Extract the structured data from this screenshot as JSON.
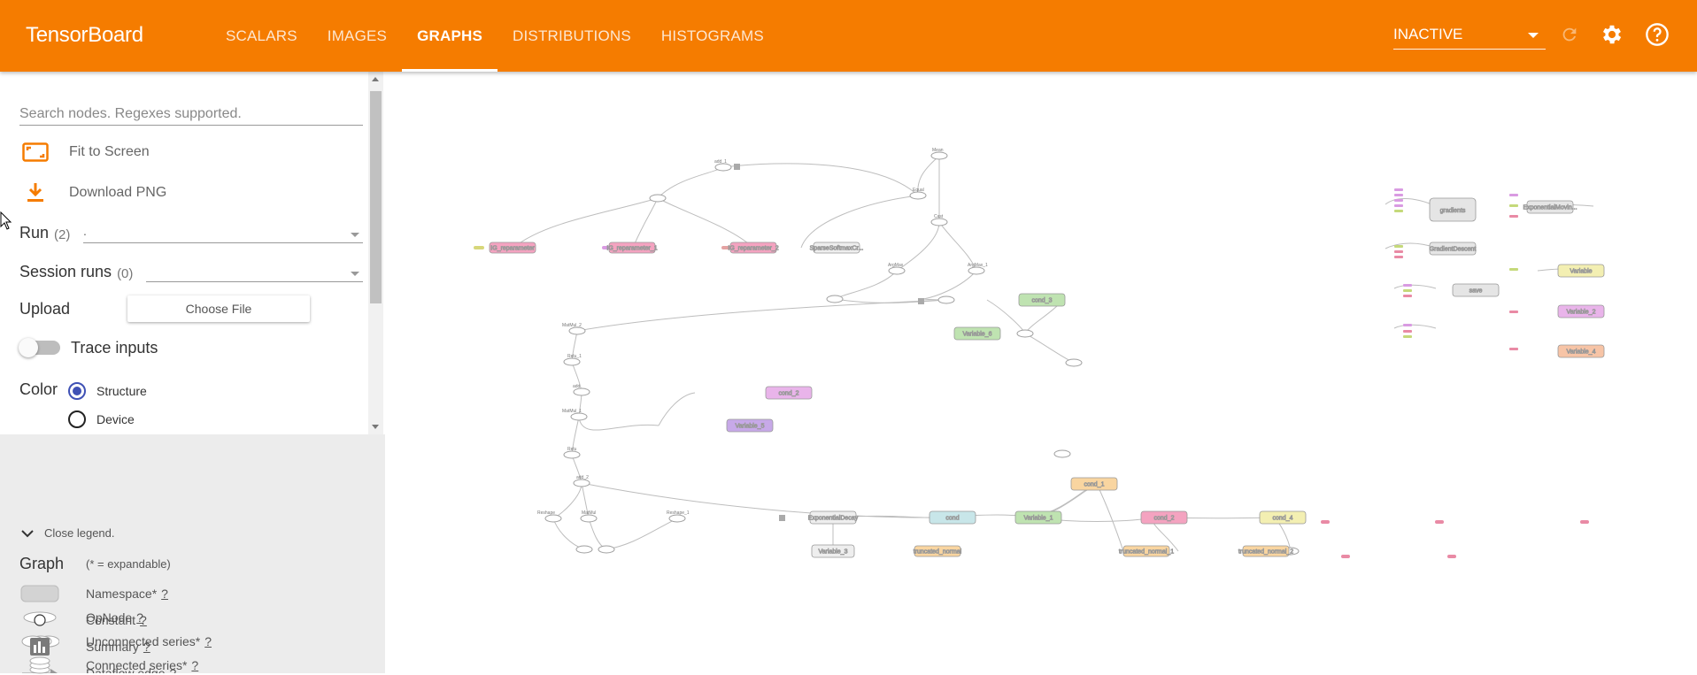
{
  "app": {
    "title": "TensorBoard"
  },
  "tabs": [
    {
      "label": "SCALARS"
    },
    {
      "label": "IMAGES"
    },
    {
      "label": "GRAPHS"
    },
    {
      "label": "DISTRIBUTIONS"
    },
    {
      "label": "HISTOGRAMS"
    }
  ],
  "header": {
    "run_selector": "INACTIVE",
    "icons": [
      "refresh-icon",
      "settings-gear-icon",
      "help-icon"
    ],
    "colors": {
      "bar": "#f57c00"
    }
  },
  "sidebar": {
    "search_placeholder": "Search nodes. Regexes supported.",
    "fit_to_screen": "Fit to Screen",
    "download_png": "Download PNG",
    "run": {
      "label": "Run",
      "count": "(2)",
      "value": "."
    },
    "session_runs": {
      "label": "Session runs",
      "count": "(0)",
      "value": ""
    },
    "upload": {
      "label": "Upload",
      "button": "Choose File"
    },
    "trace_inputs": "Trace inputs",
    "color": {
      "label": "Color",
      "options": [
        "Structure",
        "Device"
      ],
      "selected": "Structure"
    }
  },
  "legend": {
    "close": "Close legend.",
    "title": "Graph",
    "note": "(* = expandable)",
    "items": [
      {
        "label": "Namespace*",
        "help": "?"
      },
      {
        "label": "OpNode",
        "help": "?"
      },
      {
        "label": "Unconnected series*",
        "help": "?"
      },
      {
        "label": "Connected series*",
        "help": "?"
      },
      {
        "label": "Constant",
        "help": "?"
      },
      {
        "label": "Summary",
        "help": "?"
      },
      {
        "label": "Dataflow edge",
        "help": "?"
      }
    ]
  },
  "graph_nodes": {
    "sq1": "IG_reparameter",
    "sq2": "IG_reparameter_1",
    "sq3": "IG_reparameter_2",
    "sparse": "SparseSoftmaxCr...",
    "cond3": "cond_3",
    "var6": "Variable_6",
    "cond2": "cond_2",
    "var5": "Variable_5",
    "cond1": "cond_1",
    "cond": "cond",
    "var1": "Variable_1",
    "cond_2b": "cond_2",
    "cond4": "cond_4",
    "expdecay": "ExponentialDecay",
    "var3": "Variable_3",
    "trunc": "truncated_normal",
    "trunc1": "truncated_normal_1",
    "trunc2": "truncated_normal_2",
    "gradients": "gradients",
    "graddesc": "GradientDescent",
    "save": "save",
    "expmov": "ExponentialMovin...",
    "variable": "Variable",
    "var2": "Variable_2",
    "var4": "Variable_4",
    "add1": "add_1",
    "add": "add",
    "add2": "add_2",
    "matmul2": "MatMul_2",
    "matmul1": "MatMul_1",
    "matmul": "MatMul",
    "relu1": "Relu_1",
    "relu": "Relu",
    "reshape": "Reshape",
    "reshape1": "Reshape_1",
    "mean": "Mean",
    "cast": "Cast",
    "equal": "Equal",
    "argmax": "ArgMax",
    "argmax1": "ArgMax_1"
  },
  "colors": {
    "pink": "#f4a3c0",
    "purple": "#c7a9e8",
    "green": "#bfe3b1",
    "teal": "#c8e6e9",
    "orange": "#f9d5a0",
    "yellow": "#f3efb2",
    "gray": "#e5e5e5",
    "salmon": "#f7c4a6",
    "magenta": "#e9b4ea"
  }
}
